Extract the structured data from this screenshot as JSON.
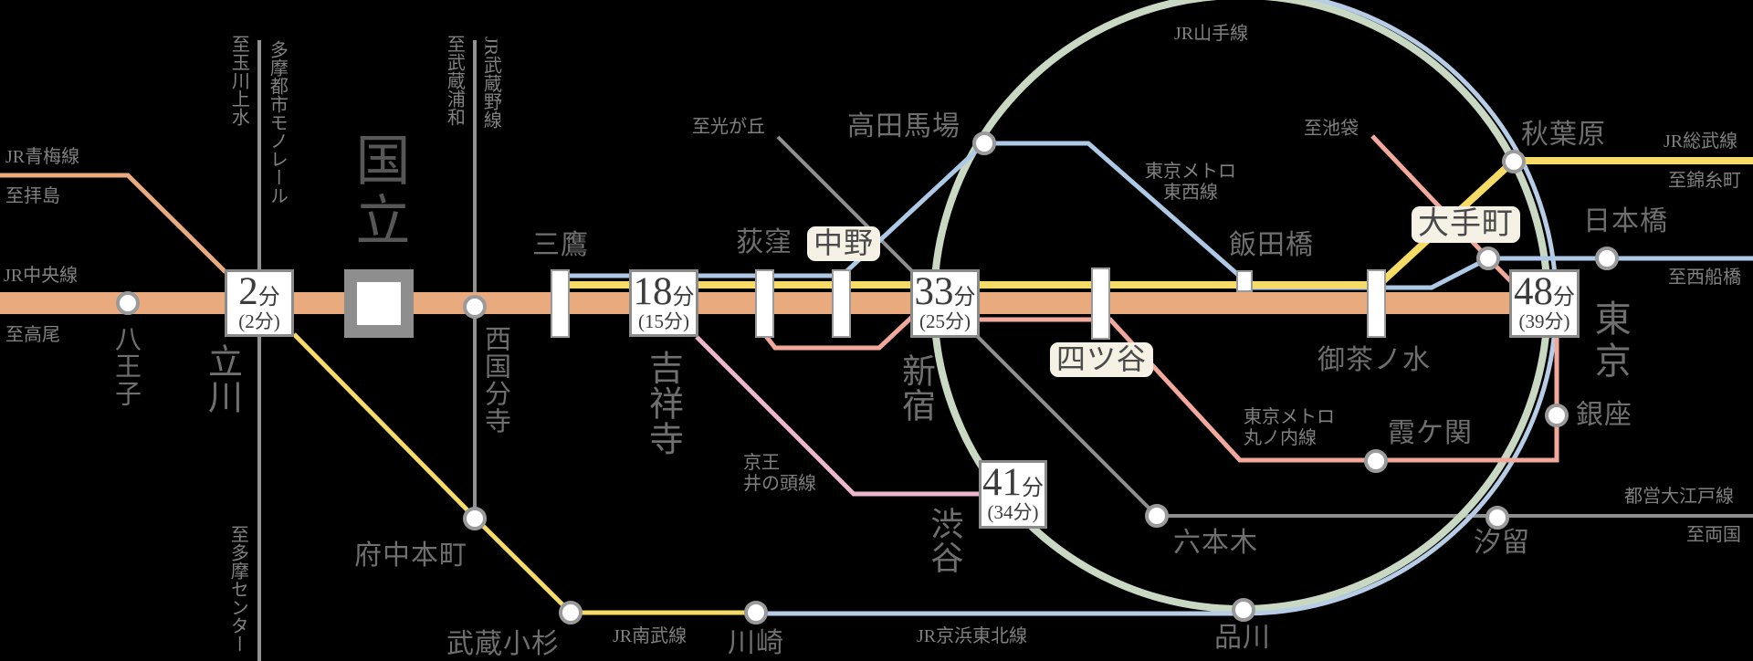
{
  "colors": {
    "background": "#000000",
    "chuo_orange": "#e9ab7e",
    "sobu_yellow": "#f6dc66",
    "tozai_blue": "#adc9e6",
    "keihintohoku_blue": "#b7cce6",
    "marunouchi_salmon": "#f3a89c",
    "inokashira_pink": "#edb7cd",
    "gray_line": "#929292",
    "oedo_gray": "#8f8f8f",
    "yamanote_green": "#c9d8c3",
    "station_text": "#6f6f6f",
    "line_text": "#808080",
    "marker_border": "#9a9a9a",
    "box_text": "#3c3c3c",
    "highlight_bg": "#f5f1e4"
  },
  "stations": {
    "kunitachi": "国立",
    "hachioji": "八王子",
    "tachikawa": "立川",
    "nishikokubunji": "西国分寺",
    "mitaka": "三鷹",
    "kichijoji": "吉祥寺",
    "ogikubo": "荻窪",
    "nakano": "中野",
    "shinjuku": "新宿",
    "yotsuya": "四ツ谷",
    "takadanobaba": "高田馬場",
    "iidabashi": "飯田橋",
    "ochanomizu": "御茶ノ水",
    "otemachi": "大手町",
    "akihabara": "秋葉原",
    "nihombashi": "日本橋",
    "tokyo": "東京",
    "ginza": "銀座",
    "kasumigaseki": "霞ケ関",
    "roppongi": "六本木",
    "shiodome": "汐留",
    "shinagawa": "品川",
    "shibuya": "渋谷",
    "fuchuhommachi": "府中本町",
    "musashikosugi": "武蔵小杉",
    "kawasaki": "川崎"
  },
  "time_boxes": {
    "tachikawa": {
      "min": "2",
      "unit": "分",
      "sub": "(2分)"
    },
    "kichijoji": {
      "min": "18",
      "unit": "分",
      "sub": "(15分)"
    },
    "shinjuku": {
      "min": "33",
      "unit": "分",
      "sub": "(25分)"
    },
    "shibuya": {
      "min": "41",
      "unit": "分",
      "sub": "(34分)"
    },
    "tokyo": {
      "min": "48",
      "unit": "分",
      "sub": "(39分)"
    }
  },
  "line_labels": {
    "ome": "JR青梅線",
    "to_haijima": "至拝島",
    "chuo": "JR中央線",
    "to_takao": "至高尾",
    "to_tamagawajosui": "至玉川上水",
    "tama_monorail": "多摩都市モノレール",
    "to_musashiurawa": "至武蔵浦和",
    "musashino": "JR武蔵野線",
    "to_tamacenter": "至多摩センター",
    "to_hikarigaoka": "至光が丘",
    "yamanote": "JR山手線",
    "tozai_1": "東京メトロ",
    "tozai_2": "東西線",
    "to_ikebukuro": "至池袋",
    "sobu": "JR総武線",
    "to_kinshicho": "至錦糸町",
    "to_nishifunabashi": "至西船橋",
    "marunouchi_1": "東京メトロ",
    "marunouchi_2": "丸ノ内線",
    "oedo": "都営大江戸線",
    "to_ryogoku": "至両国",
    "inokashira_1": "京王",
    "inokashira_2": "井の頭線",
    "nambu": "JR南武線",
    "keihintohoku": "JR京浜東北線"
  }
}
